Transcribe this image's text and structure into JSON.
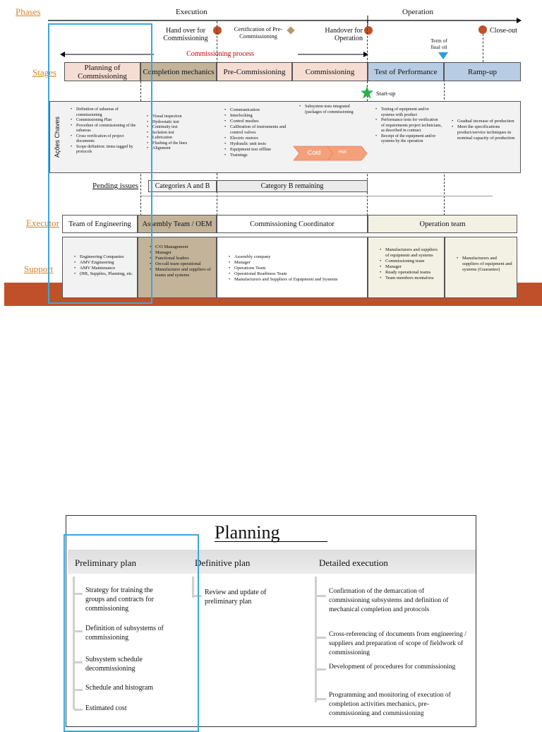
{
  "top_diagram": {
    "phases_label": "Phases",
    "stages_label": "Stages",
    "executor_label": "Executor",
    "support_label": "Support",
    "execution_label": "Execution",
    "operation_label": "Operation",
    "milestones": {
      "handover_commissioning": "Hand over for Commissioning",
      "certification": "Certification of Pre-Commissioning",
      "handover_operation": "Handover for Operation",
      "close_out": "Close-out",
      "term_final_oil": "Term of final oil",
      "start_up": "Start-up"
    },
    "commissioning_process": "Commissioning process",
    "stages": [
      "Planning of Commissioning",
      "Completion mechanics",
      "Pre-Commissioning",
      "Commissioning",
      "Test of Performance",
      "Ramp-up"
    ],
    "key_actions_label": "Ações Chaves",
    "key_actions": {
      "planning": [
        "Definition of subareas of commissioning",
        "Commissioning Plan",
        "Procedure of commissioning of the subareas",
        "Cross verification of project documents",
        "Scope definition: items tagged by protocols"
      ],
      "completion": [
        "Visual inspection",
        "Hydrostatic test",
        "Continuity test",
        "Isolation test",
        "Lubrication",
        "Flushing of the lines",
        "Alignment"
      ],
      "pre_commissioning": [
        "Communication",
        "Interlocking",
        "Control meshes",
        "Calibration of instruments and control valves",
        "Electric motors",
        "Hydraulic unit tests",
        "Equipment test offline",
        "Trainings"
      ],
      "commissioning": [
        "Subsystem tests integrated (packages of commissioning"
      ],
      "cold": "Cold",
      "hot": "Hot",
      "test_performance": [
        "Testing of equipment and/or systems with product",
        "Performance tests for verification of requirements project technicians, as described in contract",
        "Receipt of the equipment and/or systems by the operation"
      ],
      "ramp_up": [
        "Gradual increase of production",
        "Meet the specifications product/service techniques in nominal capacity of production"
      ]
    },
    "pending_issues": "Pending issues",
    "categories_ab": "Categories A and B",
    "category_b": "Category B remaining",
    "executors": [
      "Team of Engineering",
      "Assembly Team / OEM",
      "Commissioning Coordinator",
      "Operation team"
    ],
    "support": {
      "engineering": [
        "Engineering Companies",
        "AMV Engineering",
        "AMV Maintenance",
        "(HR, Supplies, Planning, etc."
      ],
      "assembly": [
        "C/O Management",
        "Manager",
        "Functional leaders",
        "On-call team operational",
        "Manufacturer and suppliers of teams and systems"
      ],
      "coordinator": [
        "Assembly company",
        "Manager",
        "Operations Team",
        "Operational Readiness Team",
        "Manufacturers and Suppliers of Equipment and Systems"
      ],
      "operation_a": [
        "Manufacturers and suppliers of equipment and systems",
        "Commissioning team",
        "Manager",
        "Ready operational teams",
        "Team members montafora"
      ],
      "operation_b": [
        "Manufacturers and suppliers of equipment and systems (Guarantee)"
      ]
    },
    "colors": {
      "planning": "#f6ddd3",
      "completion": "#c2b399",
      "test": "#b8cce4",
      "orange_band": "#c0502a",
      "highlight_blue": "#3ba7de",
      "cold_hot": "#f4a07a",
      "startup_star": "#2bb24c"
    }
  },
  "planning_slide": {
    "title": "Planning",
    "columns": [
      {
        "header": "Preliminary plan",
        "items": [
          "Strategy for training the groups and contracts for commissioning",
          "Definition of subsystems of commissioning",
          "Subsystem schedule decommissioning",
          "Schedule and histogram",
          "Estimated cost"
        ]
      },
      {
        "header": "Definitive plan",
        "items": [
          "Review and update of preliminary plan"
        ]
      },
      {
        "header": "Detailed execution",
        "items": [
          "Confirmation of the demarcation of commissioning subsystems and definition of mechanical completion and protocols",
          "Cross-referencing of documents from engineering / suppliers and preparation of scope of fieldwork of commissioning",
          "Development of procedures for commissioning",
          "Programming and monitoring of execution of completion activities mechanics, pre-commissioning and commissioning"
        ]
      }
    ]
  }
}
